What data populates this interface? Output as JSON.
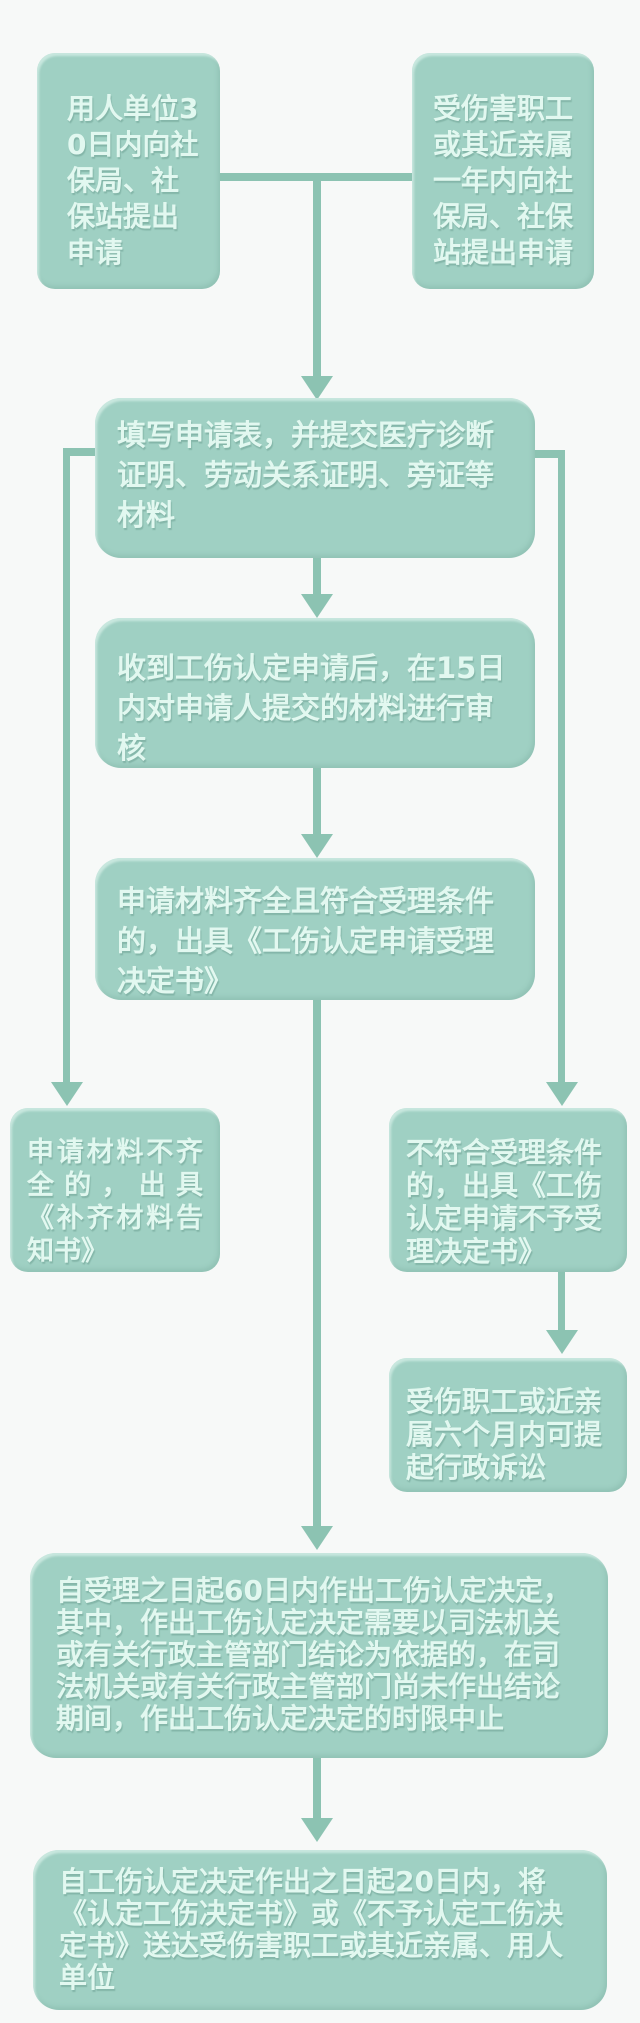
{
  "theme": {
    "background": "#f7f9f8",
    "box_fill": "#9fd0c3",
    "line_color": "#8cc3b2",
    "text_color": "#e2f8f0"
  },
  "flowchart": {
    "type": "flowchart",
    "nodes": {
      "employer": {
        "text": "用人单位30日内向社保局、社保站提出申请"
      },
      "employee": {
        "text": "受伤害职工或其近亲属一年内向社保局、社保站提出申请"
      },
      "fill_form": {
        "text": "填写申请表，并提交医疗诊断证明、劳动关系证明、旁证等材料"
      },
      "review": {
        "text": "收到工伤认定申请后，在15日内对申请人提交的材料进行审核"
      },
      "accept": {
        "text": "申请材料齐全且符合受理条件的，出具《工伤认定申请受理决定书》"
      },
      "incomplete": {
        "text": "申请材料不齐全的，出具《补齐材料告知书》"
      },
      "reject": {
        "text": "不符合受理条件的，出具《工伤认定申请不予受理决定书》"
      },
      "lawsuit": {
        "text": "受伤职工或近亲属六个月内可提起行政诉讼"
      },
      "decision": {
        "text": "自受理之日起60日内作出工伤认定决定，其中，作出工伤认定决定需要以司法机关或有关行政主管部门结论为依据的，在司法机关或有关行政主管部门尚未作出结论期间，作出工伤认定决定的时限中止"
      },
      "deliver": {
        "text": "自工伤认定决定作出之日起20日内，将《认定工伤决定书》或《不予认定工伤决定书》送达受伤害职工或其近亲属、用人单位"
      }
    }
  }
}
